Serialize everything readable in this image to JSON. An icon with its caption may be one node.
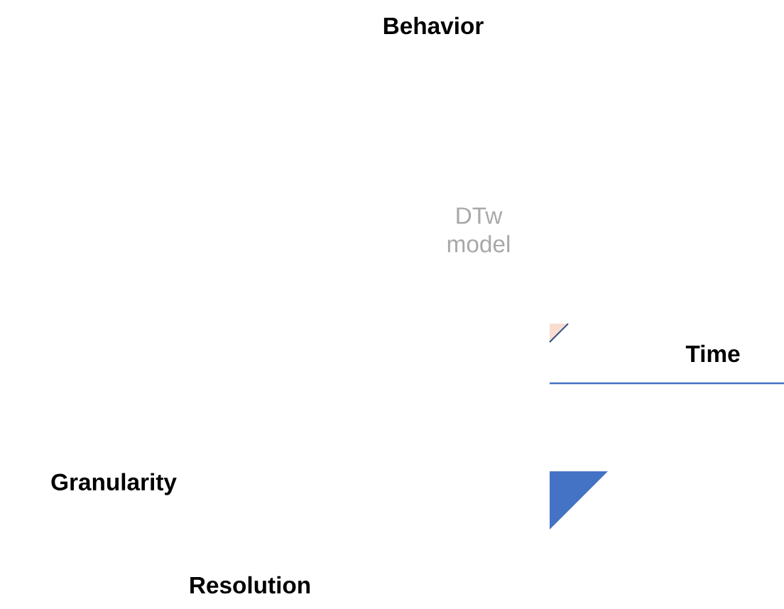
{
  "diagram": {
    "labels": [
      "Behavior",
      "DTw model",
      "Time",
      "Granularity",
      "Resolution"
    ]
  }
}
